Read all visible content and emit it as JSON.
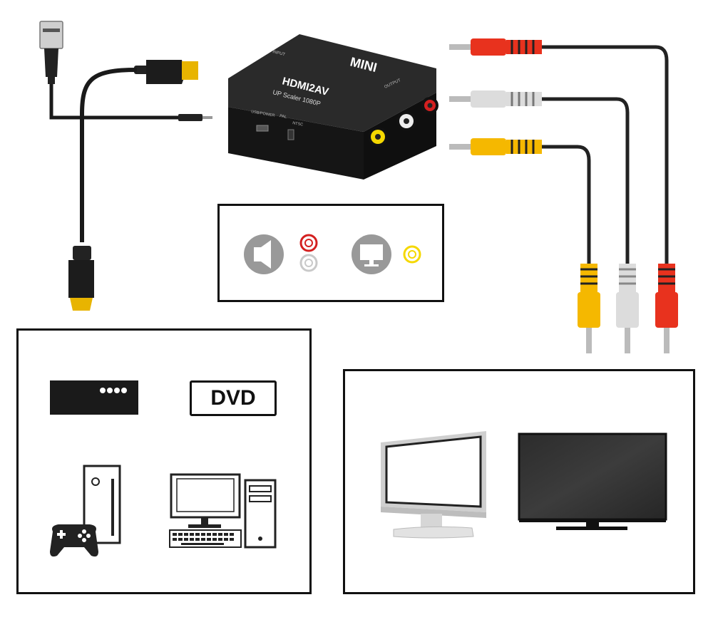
{
  "converter": {
    "brand": "MINI",
    "model": "HDMI2AV",
    "subtitle": "UP Scaler 1080P",
    "input_label": "INPUT",
    "output_label": "OUTPUT",
    "usb_label": "USB/POWER",
    "pal_label": "PAL",
    "ntsc_label": "NTSC"
  },
  "legend": {
    "audio_icon": "speaker-icon",
    "video_icon": "monitor-icon",
    "audio_jack_colors": [
      "#d42020",
      "#e6e6e6"
    ],
    "video_jack_color": "#f5d800"
  },
  "sources": {
    "dvd_label": "DVD",
    "devices": [
      "set-top-box",
      "dvd-player",
      "game-console",
      "desktop-computer"
    ]
  },
  "displays": {
    "devices": [
      "monitor",
      "television"
    ]
  },
  "cable_colors": {
    "red": "#e8321e",
    "white": "#dcdcdc",
    "yellow": "#f5b800",
    "hdmi_tip": "#e8b400"
  }
}
